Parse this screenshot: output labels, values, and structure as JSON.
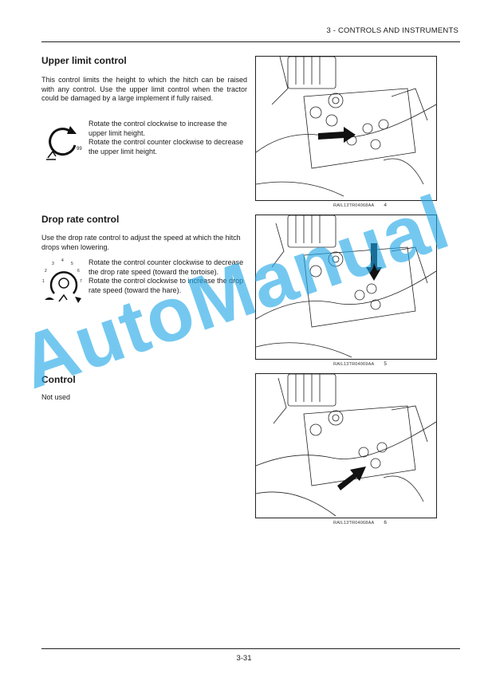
{
  "header": {
    "section_title": "3 - CONTROLS AND INSTRUMENTS"
  },
  "upper_limit": {
    "title": "Upper limit control",
    "intro": "This control limits the height to which the hitch can be raised with any control. Use the upper limit control when the tractor could be damaged by a large implement if fully raised.",
    "instructions": "Rotate the control clockwise to increase the upper limit height.\nRotate the control counter clockwise to decrease the upper limit height.",
    "dial_label": "99",
    "figure_code": "RAIL13TR04068AA",
    "figure_number": "4"
  },
  "drop_rate": {
    "title": "Drop rate control",
    "intro": "Use the drop rate control to adjust the speed at which the hitch drops when lowering.",
    "instructions": "Rotate the control counter clockwise to decrease the drop rate speed (toward the tortoise).\nRotate the control clockwise to increase the drop rate speed (toward the hare).",
    "dial_numbers": [
      "1",
      "2",
      "3",
      "4",
      "5",
      "6",
      "7"
    ],
    "figure_code": "RAIL13TR04069AA",
    "figure_number": "5"
  },
  "control": {
    "title": "Control",
    "text": "Not used",
    "figure_code": "RAIL13TR04068AA",
    "figure_number": "6"
  },
  "footer": {
    "page_number": "3-31"
  },
  "watermark": {
    "text": "AutoManual",
    "color": "#20a8e8"
  }
}
